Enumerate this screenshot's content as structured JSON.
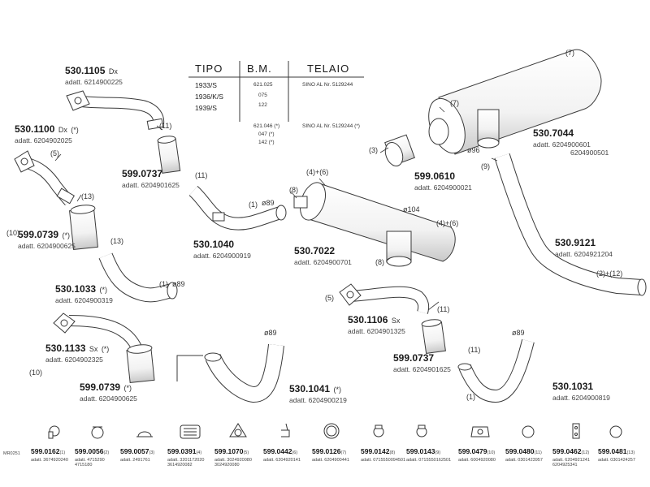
{
  "table": {
    "headers": [
      "TIPO",
      "B.M.",
      "TELAIO"
    ],
    "rows": [
      {
        "tipo": "1933/S",
        "bm": "621.025",
        "telaio": "SINO AL Nr. 5129244"
      },
      {
        "tipo": "1936/K/S",
        "bm": "075",
        "telaio": ""
      },
      {
        "tipo": "1939/S",
        "bm": "122",
        "telaio": ""
      },
      {
        "tipo": "",
        "bm": "621.046 (*)",
        "telaio": "SINO AL Nr. 5129244 (*)"
      },
      {
        "tipo": "",
        "bm": "047 (*)",
        "telaio": ""
      },
      {
        "tipo": "",
        "bm": "142 (*)",
        "telaio": ""
      }
    ]
  },
  "parts": [
    {
      "id": "530.1105",
      "side": "Dx",
      "marker": "",
      "adatt": "adatt. 6214900225"
    },
    {
      "id": "530.1100",
      "side": "Dx",
      "marker": "(*)",
      "adatt": "adatt. 6204902025"
    },
    {
      "id": "599.0737",
      "side": "",
      "marker": "",
      "adatt": "adatt. 6204901625"
    },
    {
      "id": "599.0739",
      "side": "",
      "marker": "(*)",
      "adatt": "adatt. 6204900625"
    },
    {
      "id": "530.1040",
      "side": "",
      "marker": "",
      "adatt": "adatt. 6204900919"
    },
    {
      "id": "530.1033",
      "side": "",
      "marker": "(*)",
      "adatt": "adatt. 6204900319"
    },
    {
      "id": "530.1133",
      "side": "Sx",
      "marker": "(*)",
      "adatt": "adatt. 6204902325"
    },
    {
      "id": "599.0739",
      "side": "",
      "marker": "(*)",
      "adatt": "adatt. 6204900625"
    },
    {
      "id": "530.1041",
      "side": "",
      "marker": "(*)",
      "adatt": "adatt. 6204900219"
    },
    {
      "id": "599.0610",
      "side": "",
      "marker": "",
      "adatt": "adatt. 6204900021"
    },
    {
      "id": "530.7044",
      "side": "",
      "marker": "",
      "adatt": "adatt. 6204900601"
    },
    {
      "id": "530.7022",
      "side": "",
      "marker": "",
      "adatt": "adatt. 6204900701"
    },
    {
      "id": "530.9121",
      "side": "",
      "marker": "",
      "adatt": "adatt. 6204921204"
    },
    {
      "id": "530.1106",
      "side": "Sx",
      "marker": "",
      "adatt": "adatt. 6204901325"
    },
    {
      "id": "599.0737",
      "side": "",
      "marker": "",
      "adatt": "adatt. 6204901625"
    },
    {
      "id": "530.1031",
      "side": "",
      "marker": "",
      "adatt": "adatt. 6204900819"
    }
  ],
  "extra_adatt": "6204900501",
  "callouts": {
    "n1": "(1)",
    "n2p12": "(2)+(12)",
    "n3": "(3)",
    "n4p6": "(4)+(6)",
    "n5": "(5)",
    "n7": "(7)",
    "n8": "(8)",
    "n9": "(9)",
    "n10": "(10)",
    "n11": "(11)",
    "n13": "(13)",
    "d89": "ø89",
    "d96": "ø96",
    "d104": "ø104"
  },
  "footer": [
    {
      "pn": "599.0162",
      "n": "(1)",
      "sub": "adatt. 3674920240",
      "sub2": ""
    },
    {
      "pn": "599.0056",
      "n": "(2)",
      "sub": "adatt. 4715290",
      "sub2": "4715180"
    },
    {
      "pn": "599.0057",
      "n": "(3)",
      "sub": "adatt. 2491761",
      "sub2": ""
    },
    {
      "pn": "599.0391",
      "n": "(4)",
      "sub": "adatt. 3201172020",
      "sub2": "3614920082"
    },
    {
      "pn": "599.1070",
      "n": "(5)",
      "sub": "adatt. 3024920080",
      "sub2": "3024920080"
    },
    {
      "pn": "599.0442",
      "n": "(6)",
      "sub": "adatt. 6204920141",
      "sub2": ""
    },
    {
      "pn": "599.0126",
      "n": "(7)",
      "sub": "adatt. 6204900441",
      "sub2": ""
    },
    {
      "pn": "599.0142",
      "n": "(8)",
      "sub": "adatt. 0715550094501",
      "sub2": ""
    },
    {
      "pn": "599.0143",
      "n": "(9)",
      "sub": "adatt. 0715550162501",
      "sub2": ""
    },
    {
      "pn": "599.0479",
      "n": "(10)",
      "sub": "adatt. 6004920080",
      "sub2": ""
    },
    {
      "pn": "599.0480",
      "n": "(11)",
      "sub": "adatt. 0301423957",
      "sub2": ""
    },
    {
      "pn": "599.0462",
      "n": "(12)",
      "sub": "adatt. 6204921241",
      "sub2": "6204925341"
    },
    {
      "pn": "599.0481",
      "n": "(13)",
      "sub": "adatt. 0301424257",
      "sub2": ""
    }
  ],
  "footer_left": "MR0251",
  "colors": {
    "line": "#3a3a3a",
    "fill": "#ffffff",
    "shade": "#d8d8d8"
  }
}
